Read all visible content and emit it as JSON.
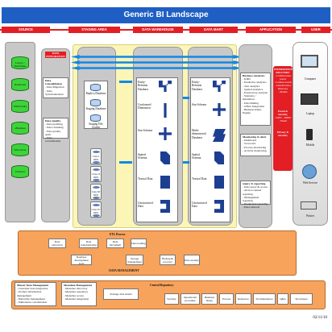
{
  "title": "Generic BI Landscape",
  "date": "02/11/10",
  "headers": [
    "SOURCE",
    "STAGING AREA",
    "DATA WAREHOUSE",
    "DATA MART",
    "APPLICATION",
    "USER"
  ],
  "sources": [
    "Legacy / Mainframe",
    "Relational",
    "ERP (SAP)",
    "eBusiness",
    "Web server",
    "External"
  ],
  "data_integration": "DATA INTEGRATION",
  "consolidation": {
    "title": "Data Consolidation",
    "items": [
      "- Data Migration",
      "- Data",
      "  Synchronization"
    ]
  },
  "quality": {
    "title": "Data Quality",
    "items": [
      "- Data profiling",
      "- Data cleansing",
      "- Data quality audit",
      "- Data reconciliation"
    ]
  },
  "staging": [
    "Replica Database",
    "Staging Database",
    "Staging File system",
    "Class I ODS",
    "Class II ODS",
    "Class III ODS",
    "Class IV ODS"
  ],
  "dw": [
    "Entity-Relation Database",
    "Conformed Dimension",
    "Star Schema",
    "Spatial Schema",
    "Textual Data",
    "Unstructured Data"
  ],
  "dm": [
    "Entity-Relation Database",
    "Star Schema",
    "Multi-dimensional Database",
    "Spatial Schema",
    "Textual Data",
    "Unstructured Data"
  ],
  "app": {
    "business": {
      "title": "Business Analytics",
      "items": [
        "- KDD",
        "- Predictive analytics",
        "- Text analytics",
        "- Spatial analytics",
        "- Exploratory analysis",
        "- Statistics / simulation",
        "- Data Mining",
        "- Office Integration",
        "- Business Rules Engine"
      ]
    },
    "monitoring": {
      "title": "Monitoring & Alert",
      "items": [
        "- Dashboard",
        "- Scorecard",
        "- Process monitoring",
        "- Activity monitoring"
      ]
    },
    "query": {
      "title": "Query & reporting",
      "items": [
        "- Data query & access",
        "- Ad-hoc/canned reporting",
        "- Management reporting",
        "- Production reporting",
        "- Data retrieval"
      ]
    }
  },
  "delivery": {
    "title": "INFORMATION DELIVERY",
    "items": [
      "- Collaboration portal",
      "- Content search",
      "- LDAP/Active Directory",
      "- Mobile"
    ],
    "portal": "Portal & Security",
    "mobile": "- SMS/ - MMS/ - Email",
    "security": "Privacy & Security"
  },
  "users": [
    "Computer",
    "Laptop",
    "Mobile",
    "Web Service",
    "Printer"
  ],
  "etl": {
    "title": "ETL Process",
    "items": [
      "Data extraction",
      "Data transformation",
      "Data movement",
      "Data loading",
      "Database development tools",
      "Storage management",
      "Backup & recovery",
      "Data security"
    ]
  },
  "data_management": "DATA MANAGEMENT",
  "master": {
    "title": "Master Data Management",
    "items": [
      "- Customer data integration",
      "- Product information management",
      "- Hierarchy management",
      "- Dimension consolidation"
    ]
  },
  "metadata": {
    "title": "Metadata Management",
    "items": [
      "- Metadata discovery",
      "- Metadata repository",
      "- Metadata access",
      "- Metadata integration"
    ]
  },
  "package": "Package data model",
  "central": {
    "title": "Central Repository",
    "items": [
      "Security",
      "Operational procedure",
      "Business Rules",
      "Process",
      "Reference",
      "Documentation",
      "Q&A",
      "Procedures"
    ]
  },
  "colors": {
    "title_bar": "#1f5fc4",
    "header": "#e31e24",
    "cylinder": "#3dd43a",
    "yellow": "#fbf6b6",
    "orange": "#f7a35c",
    "arrow": "#1188e6"
  }
}
